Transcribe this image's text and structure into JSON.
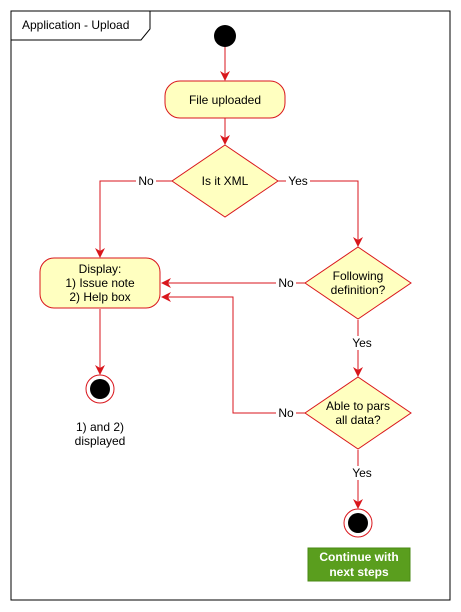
{
  "frame": {
    "title": "Application - Upload"
  },
  "nodes": {
    "file_uploaded": "File uploaded",
    "is_xml": "Is it XML",
    "following_def": [
      "Following",
      "definition?"
    ],
    "parse_all": [
      "Able to pars",
      "all data?"
    ],
    "display": [
      "Display:",
      "1) Issue note",
      "2) Help box"
    ],
    "displayed_note": [
      "1) and 2)",
      "displayed"
    ],
    "continue": [
      "Continue with",
      "next steps"
    ]
  },
  "edges": {
    "no": "No",
    "yes": "Yes"
  },
  "colors": {
    "line": "#d9161c",
    "node_fill": "#ffffc0",
    "node_stroke": "#d9161c",
    "continue_fill": "#5a9e1e",
    "continue_stroke": "#4a8a14"
  }
}
